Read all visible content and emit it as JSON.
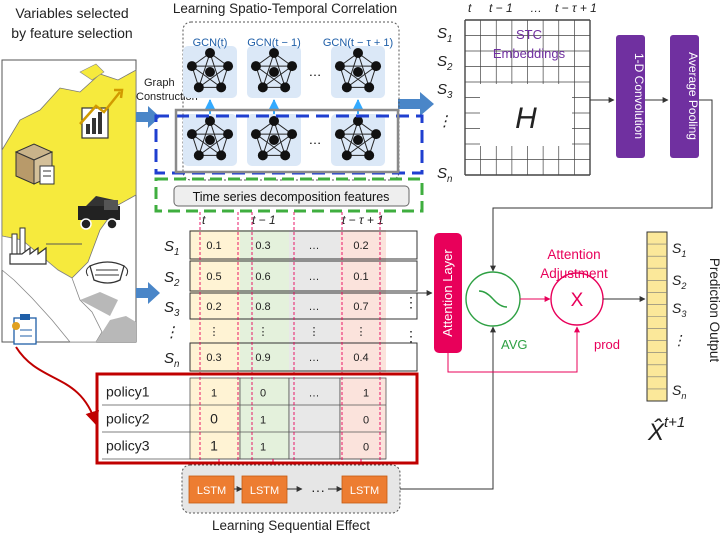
{
  "labels": {
    "variables_title": [
      "Variables selected",
      "by feature selection"
    ],
    "learning_stc_title": "Learning Spatio-Temporal Correlation",
    "graph_construction": [
      "Graph",
      "Construction"
    ],
    "gcn_labels": [
      "GCN(t)",
      "GCN(t − 1)",
      "GCN(t − τ + 1)"
    ],
    "time_series_decomp": "Time series decomposition features",
    "stc_embeddings": [
      "STC",
      "Embeddings"
    ],
    "h_symbol": "H",
    "conv_label": "1-D Convolution",
    "pool_label": "Average Pooling",
    "attention_layer": "Attention Layer",
    "attention_adjustment": [
      "Attention",
      "Adjustment"
    ],
    "avg_label": "AVG",
    "x_symbol": "X",
    "prod_label": "prod",
    "prediction_output": "Prediction Output",
    "xhat": "X̂",
    "xhat_sup": "t+1",
    "lstm_label": "LSTM",
    "lstm_dots": "···",
    "learning_sequential_effect": "Learning Sequential Effect"
  },
  "embedding_matrix": {
    "col_headers": [
      "t",
      "t − 1",
      "…",
      "t − τ + 1"
    ],
    "row_headers": [
      "S1",
      "S2",
      "S3",
      "⋮",
      "Sn"
    ]
  },
  "value_table": {
    "col_headers": [
      "t",
      "t − 1",
      "t − τ + 1"
    ],
    "rows": [
      {
        "label": "S1",
        "values": [
          "0.1",
          "0.3",
          "…",
          "0.2"
        ]
      },
      {
        "label": "S2",
        "values": [
          "0.5",
          "0.6",
          "…",
          "0.1"
        ]
      },
      {
        "label": "S3",
        "values": [
          "0.2",
          "0.8",
          "…",
          "0.7"
        ]
      },
      {
        "label": "⋮",
        "values": [
          "⋮",
          "⋮",
          "⋮",
          "⋮"
        ]
      },
      {
        "label": "Sn",
        "values": [
          "0.3",
          "0.9",
          "…",
          "0.4"
        ]
      }
    ]
  },
  "policy_table": {
    "rows": [
      {
        "label": "policy1",
        "values": [
          "1",
          "0",
          "…",
          "1"
        ]
      },
      {
        "label": "policy2",
        "values": [
          "0",
          "1",
          "",
          "0"
        ]
      },
      {
        "label": "policy3",
        "values": [
          "1",
          "1",
          "",
          "0"
        ]
      }
    ]
  },
  "output_labels": [
    "S1",
    "S2",
    "S3",
    "⋮",
    "Sn"
  ],
  "colors": {
    "blue_arrow": "#4a86c8",
    "purple_box": "#7030a0",
    "attention_pink": "#e8005a",
    "policy_red": "#c00000",
    "lstm_orange": "#ed7d31",
    "avg_green": "#2ea043",
    "dashed_blue": "#1f3fd0",
    "dashed_green": "#3fae3f",
    "map_yellow": "#f6ea3d",
    "output_yellow": "#fbe89a",
    "node_arrow": "#33aaff"
  },
  "icons": [
    "trend-chart-icon",
    "boxes-icon",
    "truck-icon",
    "factory-icon",
    "mask-icon",
    "policy-document-icon",
    "sine-wave-icon"
  ]
}
